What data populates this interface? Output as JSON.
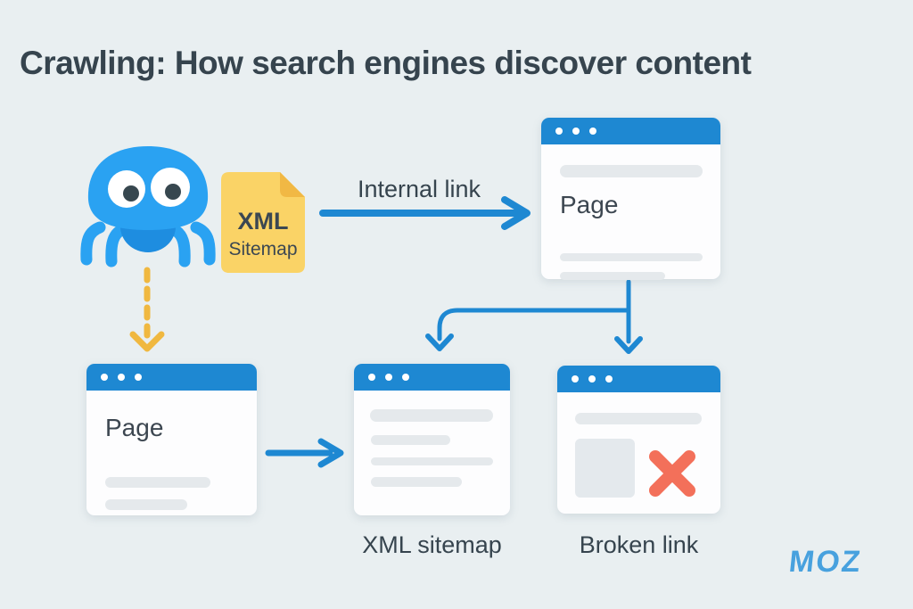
{
  "title": "Crawling: How search engines discover content",
  "palette": {
    "background": "#e9eff1",
    "text_dark": "#36444e",
    "window_bar_blue": "#1e88d2",
    "arrow_blue": "#1e88d2",
    "spider_blue": "#2aa2f2",
    "spider_belly_blue": "#1e8de0",
    "spider_pupil": "#37474f",
    "doc_yellow": "#fad366",
    "doc_fold_yellow": "#f1b844",
    "dashed_arrow_yellow": "#f0b840",
    "broken_x_red": "#f3705a",
    "skeleton_gray": "#e5e9ec",
    "moz_logo_blue": "#48a1de"
  },
  "icons": {
    "crawler": "spider-crawler-icon",
    "sitemap_document": "xml-sitemap-document-icon",
    "broken_link_x": "broken-link-x-icon",
    "window_dots": "window-controls-dots"
  },
  "diagram": {
    "sitemap_doc": {
      "title": "XML",
      "subtitle": "Sitemap"
    },
    "arrows": {
      "internal_link_label": "Internal link"
    },
    "windows": {
      "page_top": {
        "label": "Page"
      },
      "page_bottom_left": {
        "label": "Page"
      },
      "xml_sitemap": {
        "caption": "XML sitemap"
      },
      "broken_link": {
        "caption": "Broken link"
      }
    }
  },
  "footer": {
    "logo_text": "MOZ"
  }
}
